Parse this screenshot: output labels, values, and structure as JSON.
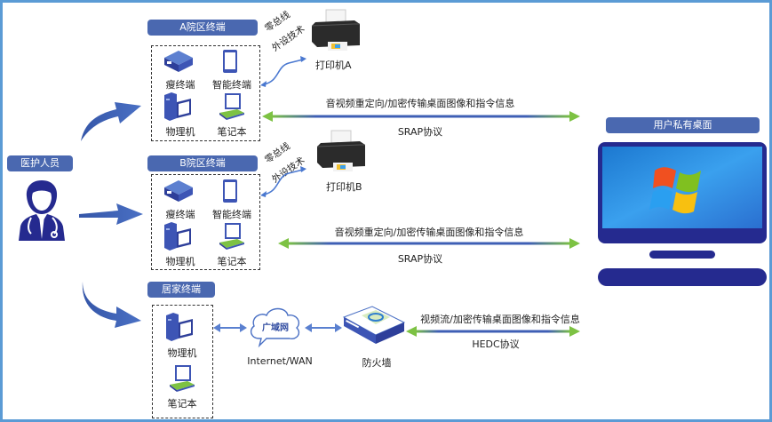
{
  "actor": {
    "label": "医护人员",
    "icon": "doctor-icon"
  },
  "zones": [
    {
      "title": "A院区终端",
      "devices": [
        {
          "label": "瘦终端",
          "icon": "thin-client-icon"
        },
        {
          "label": "智能终端",
          "icon": "tablet-icon"
        },
        {
          "label": "物理机",
          "icon": "desktop-pc-icon"
        },
        {
          "label": "笔记本",
          "icon": "laptop-icon"
        }
      ],
      "peripheral_link": {
        "line1": "零总线",
        "line2": "外设技术"
      },
      "printer": {
        "label": "打印机A",
        "icon": "printer-icon"
      },
      "link": {
        "top": "音视频重定向/加密传输桌面图像和指令信息",
        "bottom": "SRAP协议"
      }
    },
    {
      "title": "B院区终端",
      "devices": [
        {
          "label": "瘦终端",
          "icon": "thin-client-icon"
        },
        {
          "label": "智能终端",
          "icon": "tablet-icon"
        },
        {
          "label": "物理机",
          "icon": "desktop-pc-icon"
        },
        {
          "label": "笔记本",
          "icon": "laptop-icon"
        }
      ],
      "peripheral_link": {
        "line1": "零总线",
        "line2": "外设技术"
      },
      "printer": {
        "label": "打印机B",
        "icon": "printer-icon"
      },
      "link": {
        "top": "音视频重定向/加密传输桌面图像和指令信息",
        "bottom": "SRAP协议"
      }
    },
    {
      "title": "居家终端",
      "devices": [
        {
          "label": "物理机",
          "icon": "desktop-pc-icon"
        },
        {
          "label": "笔记本",
          "icon": "laptop-icon"
        }
      ],
      "wan": {
        "cloud_label": "广域网",
        "caption": "Internet/WAN"
      },
      "firewall": {
        "label": "防火墙"
      },
      "link": {
        "top": "视频流/加密传输桌面图像和指令信息",
        "bottom": "HEDC协议"
      }
    }
  ],
  "desktop": {
    "title": "用户私有桌面"
  },
  "colors": {
    "frame": "#5b9bd5",
    "label_bar": "#4a68b0",
    "navy": "#252a8f",
    "arrow_green": "#7dc243",
    "arrow_blue": "#3f5fb5"
  }
}
